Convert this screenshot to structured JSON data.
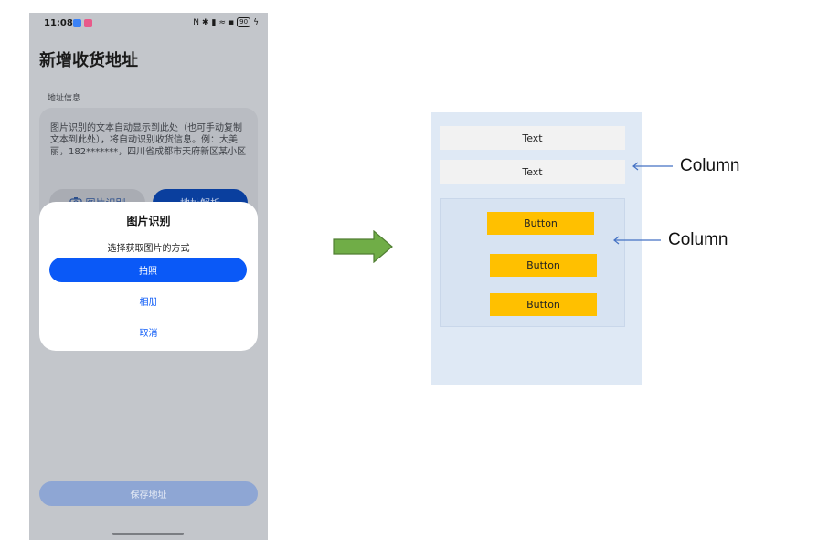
{
  "phone": {
    "status_time": "11:08",
    "battery": "90",
    "page_title": "新增收货地址",
    "section_label": "地址信息",
    "address_hint": "图片识别的文本自动显示到此处（也可手动复制文本到此处），将自动识别收货信息。例：大美丽，182*******，四川省成都市天府新区某小区",
    "image_recognition_button": "图片识别",
    "address_parse_button": "地址解析",
    "dialog": {
      "title": "图片识别",
      "subtitle": "选择获取图片的方式",
      "take_photo": "拍照",
      "album": "相册",
      "cancel": "取消"
    },
    "save_button": "保存地址"
  },
  "diagram": {
    "texts": [
      "Text",
      "Text"
    ],
    "buttons": [
      "Button",
      "Button",
      "Button"
    ],
    "callouts": [
      "Column",
      "Column"
    ],
    "colors": {
      "panel": "#dfe9f5",
      "inner_column": "#d7e3f2",
      "button": "#ffc000",
      "arrow": "#70ad47",
      "callout_line": "#4472c4"
    }
  }
}
